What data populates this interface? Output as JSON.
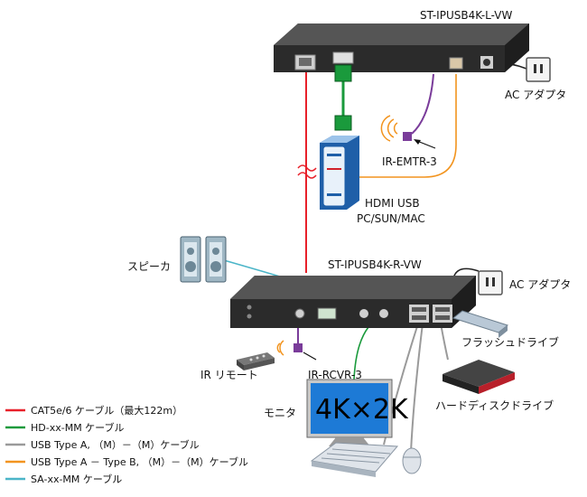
{
  "devices": {
    "transmitter": "ST-IPUSB4K-L-VW",
    "receiver": "ST-IPUSB4K-R-VW",
    "ac_adapter_top": "AC アダプタ",
    "ac_adapter_right": "AC アダプタ",
    "ir_emitter": "IR-EMTR-3",
    "computer_line1": "HDMI USB",
    "computer_line2": "PC/SUN/MAC",
    "speaker": "スピーカ",
    "remote": "IR リモート",
    "ir_receiver": "IR-RCVR-3",
    "monitor": "モニタ",
    "monitor_screen": "4K×2K",
    "flash_drive": "フラッシュドライブ",
    "hard_drive": "ハードディスクドライブ"
  },
  "legend": [
    {
      "label": "CAT5e/6 ケーブル（最大122m）",
      "color": "#e8202a"
    },
    {
      "label": "HD-xx-MM ケーブル",
      "color": "#1a9a3c"
    },
    {
      "label": "USB Type A, （M）－（M）ケーブル",
      "color": "#9a9a9a"
    },
    {
      "label": "USB Type A － Type B, （M）－（M）ケーブル",
      "color": "#f2941f"
    },
    {
      "label": "SA-xx-MM ケーブル",
      "color": "#4bb5c8"
    }
  ],
  "colors": {
    "device_dark": "#2b2b2b",
    "monitor_screen": "#1d7ad6",
    "ir_purple": "#7a3c9a"
  }
}
